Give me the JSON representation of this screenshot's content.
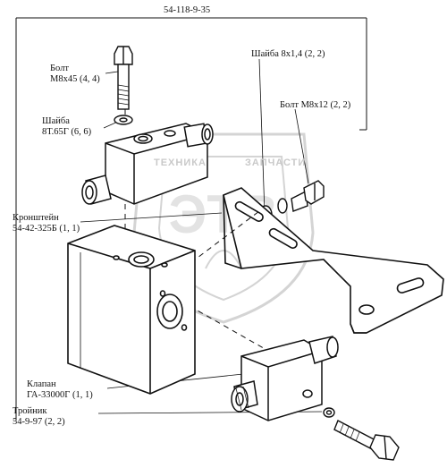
{
  "assembly_code": "54-118-9-35",
  "labels": {
    "bolt_top_name": "Болт",
    "bolt_top_spec": "М8х45 (4, 4)",
    "washer_left_name": "Шайба",
    "washer_left_spec": "8Т.65Г (6, 6)",
    "washer_right": "Шайба 8х1,4 (2, 2)",
    "bolt_right": "Болт М8х12 (2, 2)",
    "bracket_name": "Кронштейн",
    "bracket_spec": "54-42-325Б (1, 1)",
    "valve_name": "Клапан",
    "valve_spec": "ГА-33000Г (1, 1)",
    "tee_name": "Тройник",
    "tee_spec": "54-9-97 (2, 2)"
  },
  "watermark": {
    "word_left": "ТЕХНИКА",
    "word_right": "ЗАПЧАСТИ",
    "emblem": "ЭТВ"
  },
  "colors": {
    "ink": "#111111",
    "watermark": "#c8c8c8"
  }
}
